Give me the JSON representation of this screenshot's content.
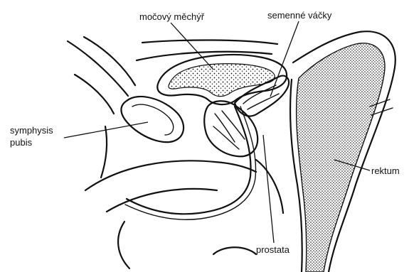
{
  "labels": {
    "bladder": "močový měchýř",
    "seminal_vesicles": "semenné váčky",
    "symphysis_line1": "symphysis",
    "symphysis_line2": "pubis",
    "rectum": "rektum",
    "prostate": "prostata"
  },
  "colors": {
    "ink": "#111111",
    "background": "#ffffff"
  }
}
